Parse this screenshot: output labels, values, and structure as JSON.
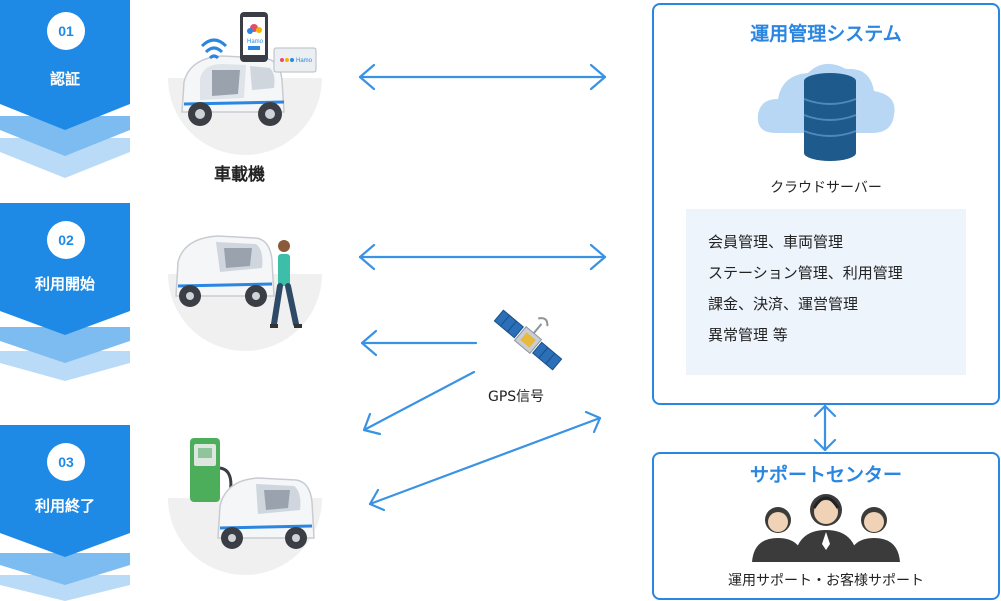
{
  "steps": [
    {
      "number": "01",
      "label": "認証"
    },
    {
      "number": "02",
      "label": "利用開始"
    },
    {
      "number": "03",
      "label": "利用終了"
    }
  ],
  "scenes": {
    "onboard_label": "車載機",
    "phone_app_name": "Hamo",
    "card_brand": "Hamo"
  },
  "gps_label": "GPS信号",
  "ops_system": {
    "title": "運用管理システム",
    "server_label": "クラウドサーバー",
    "functions": [
      "会員管理、車両管理",
      "ステーション管理、利用管理",
      "課金、決済、運営管理",
      "異常管理 等"
    ]
  },
  "support_center": {
    "title": "サポートセンター",
    "caption": "運用サポート・お客様サポート"
  },
  "colors": {
    "primary": "#1e8ae6",
    "light_chevron_1": "#7cbcf1",
    "light_chevron_2": "#b9dbf8",
    "box_border": "#2a86e0",
    "func_bg": "#eef4fc",
    "arrow": "#3a92e4"
  }
}
